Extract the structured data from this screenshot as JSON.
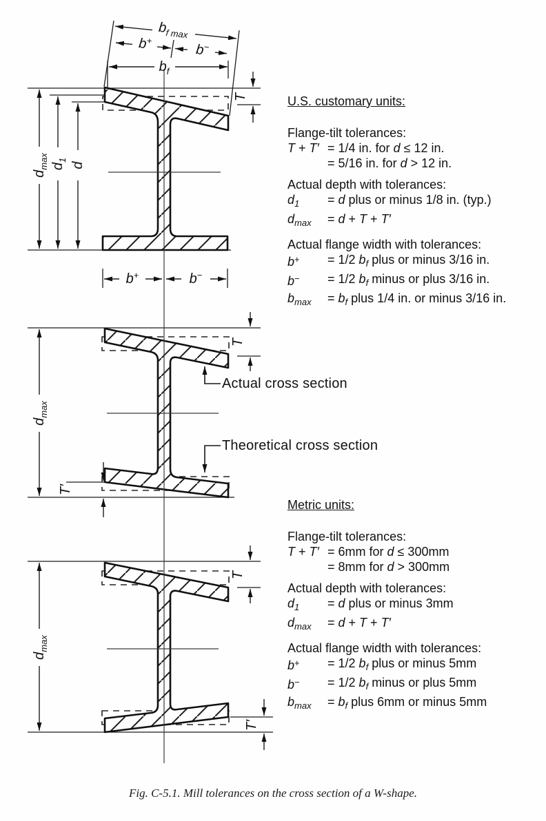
{
  "labels": {
    "b": "b",
    "f": "f",
    "f_max": "f max",
    "max": "max",
    "one": "1",
    "d": "d",
    "T": "T",
    "T_prime": "T′",
    "plus": "+",
    "minus": "−"
  },
  "annotations": {
    "actual": "Actual cross section",
    "theoretical": "Theoretical cross section"
  },
  "us_block": {
    "heading": "U.S. customary units:",
    "sections": [
      {
        "title": "Flange-tilt tolerances:",
        "rows": [
          {
            "sym": [
              {
                "i": "T"
              },
              {
                "n": " + "
              },
              {
                "i": "T′"
              }
            ],
            "val": [
              {
                "n": "= 1/4  in. for "
              },
              {
                "i": "d"
              },
              {
                "n": " ≤ 12 in."
              }
            ]
          },
          {
            "sym": [],
            "val": [
              {
                "n": "= 5/16  in. for "
              },
              {
                "i": "d"
              },
              {
                "n": " > 12 in."
              }
            ]
          }
        ]
      },
      {
        "title": "Actual depth with tolerances:",
        "rows": [
          {
            "sym": [
              {
                "i": "d"
              },
              {
                "s": "1"
              }
            ],
            "val": [
              {
                "n": "= "
              },
              {
                "i": "d"
              },
              {
                "n": " plus or minus 1/8 in. (typ.)"
              }
            ]
          },
          {
            "sym": [
              {
                "i": "d"
              },
              {
                "s": "max"
              }
            ],
            "val": [
              {
                "n": "= "
              },
              {
                "i": "d"
              },
              {
                "n": " + "
              },
              {
                "i": "T"
              },
              {
                "n": " + "
              },
              {
                "i": "T′"
              }
            ]
          }
        ]
      },
      {
        "title": "Actual flange width with tolerances:",
        "rows": [
          {
            "sym": [
              {
                "i": "b"
              },
              {
                "p": "+"
              }
            ],
            "val": [
              {
                "n": "= 1/2 "
              },
              {
                "i": "b"
              },
              {
                "s": "f"
              },
              {
                "n": " plus or minus 3/16 in."
              }
            ]
          },
          {
            "sym": [
              {
                "i": "b"
              },
              {
                "p": "−"
              }
            ],
            "val": [
              {
                "n": "= 1/2 "
              },
              {
                "i": "b"
              },
              {
                "s": "f"
              },
              {
                "n": " minus or plus 3/16 in."
              }
            ]
          },
          {
            "sym": [
              {
                "i": "b"
              },
              {
                "s": "max"
              }
            ],
            "val": [
              {
                "n": "= "
              },
              {
                "i": "b"
              },
              {
                "s": "f"
              },
              {
                "n": " plus 1/4 in. or minus 3/16 in."
              }
            ]
          }
        ]
      }
    ]
  },
  "metric_block": {
    "heading": "Metric units:",
    "sections": [
      {
        "title": "Flange-tilt tolerances:",
        "rows": [
          {
            "sym": [
              {
                "i": "T"
              },
              {
                "n": " + "
              },
              {
                "i": "T′"
              }
            ],
            "val": [
              {
                "n": "= 6mm for "
              },
              {
                "i": "d"
              },
              {
                "n": " ≤ 300mm"
              }
            ]
          },
          {
            "sym": [],
            "val": [
              {
                "n": "= 8mm for "
              },
              {
                "i": "d"
              },
              {
                "n": " > 300mm"
              }
            ]
          }
        ]
      },
      {
        "title": "Actual depth with tolerances:",
        "rows": [
          {
            "sym": [
              {
                "i": "d"
              },
              {
                "s": "1"
              }
            ],
            "val": [
              {
                "n": "= "
              },
              {
                "i": "d"
              },
              {
                "n": " plus or minus 3mm"
              }
            ]
          },
          {
            "sym": [
              {
                "i": "d"
              },
              {
                "s": "max"
              }
            ],
            "val": [
              {
                "n": "= "
              },
              {
                "i": "d"
              },
              {
                "n": " + "
              },
              {
                "i": "T"
              },
              {
                "n": " + "
              },
              {
                "i": "T′"
              }
            ]
          }
        ]
      },
      {
        "title": "Actual flange width with tolerances:",
        "rows": [
          {
            "sym": [
              {
                "i": "b"
              },
              {
                "p": "+"
              }
            ],
            "val": [
              {
                "n": "= 1/2 "
              },
              {
                "i": "b"
              },
              {
                "s": "f"
              },
              {
                "n": " plus or minus 5mm"
              }
            ]
          },
          {
            "sym": [
              {
                "i": "b"
              },
              {
                "p": "−"
              }
            ],
            "val": [
              {
                "n": "= 1/2 "
              },
              {
                "i": "b"
              },
              {
                "s": "f"
              },
              {
                "n": " minus or plus 5mm"
              }
            ]
          },
          {
            "sym": [
              {
                "i": "b"
              },
              {
                "s": "max"
              }
            ],
            "val": [
              {
                "n": "= "
              },
              {
                "i": "b"
              },
              {
                "s": "f"
              },
              {
                "n": " plus 6mm or minus 5mm"
              }
            ]
          }
        ]
      }
    ]
  },
  "figure": {
    "caption": "Fig. C-5.1.  Mill tolerances on the cross section of a W-shape."
  },
  "colors": {
    "ink": "#121212",
    "background": "#fefefe"
  }
}
